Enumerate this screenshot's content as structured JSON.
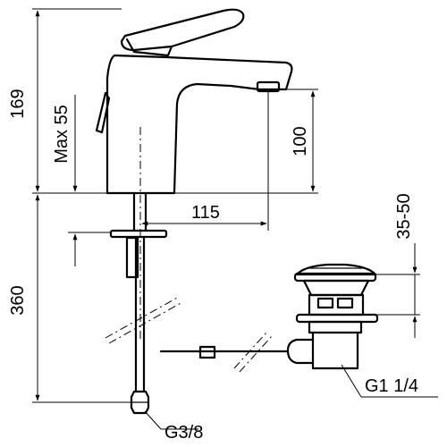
{
  "dimensions": {
    "overall_height": "169",
    "max_reach": "Max 55",
    "spout_height": "100",
    "spout_projection": "115",
    "below_counter": "360",
    "waste_adjust": "35-50"
  },
  "threads": {
    "supply_connection": "G3/8",
    "waste_connection": "G1 1/4"
  }
}
